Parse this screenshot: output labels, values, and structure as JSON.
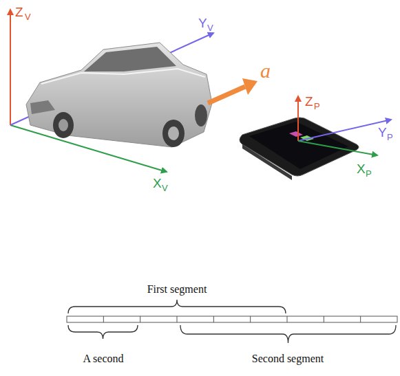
{
  "diagram": {
    "labels": [
      "Z",
      "V",
      "Y",
      "V",
      "X",
      "V",
      "a",
      "Z",
      "P",
      "Y",
      "P",
      "X",
      "P",
      "First segment",
      "A second",
      "Second segment"
    ]
  }
}
